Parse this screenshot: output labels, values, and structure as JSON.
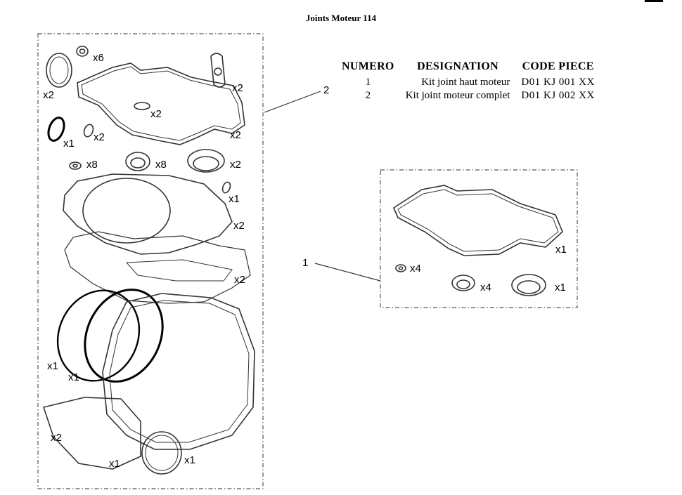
{
  "title": "Joints Moteur 114",
  "table": {
    "headers": [
      "NUMERO",
      "DESIGNATION",
      "CODE PIECE"
    ],
    "rows": [
      {
        "numero": "1",
        "designation": "Kit joint haut moteur",
        "code": "D01 KJ 001 XX"
      },
      {
        "numero": "2",
        "designation": "Kit joint moteur complet",
        "code": "D01 KJ 002 XX"
      }
    ]
  },
  "callouts": {
    "kit2": "2",
    "kit1": "1"
  },
  "quantities_kit2": [
    "x6",
    "x2",
    "x2",
    "x2",
    "x1",
    "x2",
    "x2",
    "x8",
    "x8",
    "x2",
    "x1",
    "x2",
    "x2",
    "x1",
    "x1",
    "x2",
    "x1",
    "x1"
  ],
  "quantities_kit1": [
    "x1",
    "x4",
    "x4",
    "x1"
  ]
}
